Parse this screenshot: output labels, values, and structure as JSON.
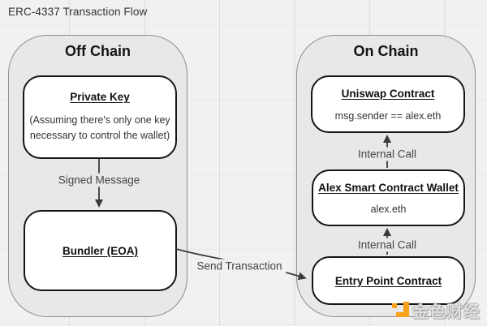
{
  "page": {
    "title": "ERC-4337 Transaction Flow"
  },
  "diagram": {
    "off_chain": {
      "title": "Off Chain",
      "nodes": {
        "private_key": {
          "title": "Private Key",
          "description": [
            "(Assuming there's only one key",
            "necessary to control the wallet)"
          ]
        },
        "bundler": {
          "title": "Bundler (EOA)"
        }
      },
      "edges": {
        "signed_message": "Signed Message"
      }
    },
    "on_chain": {
      "title": "On Chain",
      "nodes": {
        "uniswap": {
          "title": "Uniswap Contract",
          "subtitle": "msg.sender == alex.eth"
        },
        "alex_wallet": {
          "title": "Alex Smart Contract Wallet",
          "subtitle": "alex.eth"
        },
        "entry_point": {
          "title": "Entry Point Contract"
        }
      },
      "edges": {
        "internal_call_upper": "Internal Call",
        "internal_call_lower": "Internal Call"
      }
    },
    "edges": {
      "send_transaction": "Send Transaction"
    }
  },
  "watermark": {
    "text": "金色财经",
    "logo_color": "#f7a21a"
  },
  "colors": {
    "page_background": "#f2f1ef",
    "container_fill": "#e9e8e7",
    "container_border": "#8e8e8e",
    "node_fill": "#ffffff",
    "node_border": "#151515",
    "arrow": "#3a3a3a"
  }
}
